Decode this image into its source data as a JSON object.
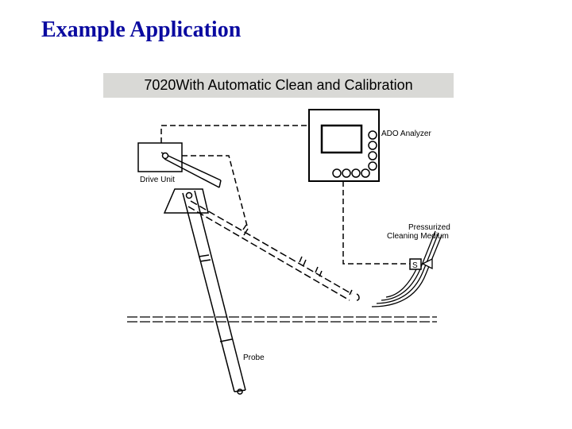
{
  "slide": {
    "title": "Example Application",
    "subtitle": "7020With Automatic Clean and Calibration"
  },
  "diagram": {
    "labels": {
      "analyzer": "ADO Analyzer",
      "drive_unit": "Drive Unit",
      "pressurized": "Pressurized",
      "cleaning_medium": "Cleaning Medium",
      "probe": "Probe",
      "valve": "S"
    }
  }
}
